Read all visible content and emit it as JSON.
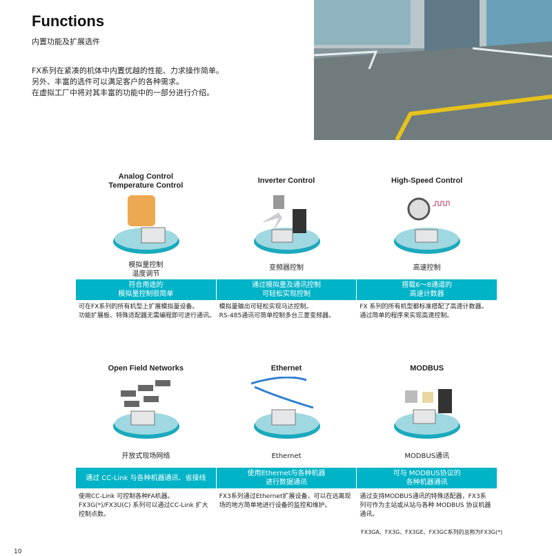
{
  "header": {
    "title": "Functions",
    "subtitle": "内置功能及扩展选件",
    "intro": [
      "FX系列在紧凑的机体中内置优越的性能、力求操作简单。",
      "另外、丰富的选件可以满足客户的各种需求。",
      "在虚拟工厂中将对其丰富的功能中的一部分进行介绍。"
    ]
  },
  "functions": [
    {
      "title": [
        "Analog Control",
        "Temperature Control"
      ],
      "label": [
        "模拟量控制",
        "温度调节"
      ],
      "band": [
        "符合用途的",
        "模拟量控制很简单"
      ],
      "desc": [
        "可在FX系列的所有机型上扩展模拟量设备。",
        "功能扩展板、特殊适配器无需编程即可进行通讯。"
      ],
      "icon": "analog-control-illustration"
    },
    {
      "title": [
        "Inverter Control"
      ],
      "label": [
        "变频器控制"
      ],
      "band": [
        "通过模拟量及通讯控制",
        "可轻松实现控制"
      ],
      "desc": [
        "模拟量输出可轻松实现马达控制。",
        "RS-485通讯可简单控制多台三菱变频器。"
      ],
      "icon": "inverter-fan-illustration"
    },
    {
      "title": [
        "High-Speed Control"
      ],
      "label": [
        "高速控制"
      ],
      "band": [
        "搭载6～8通道的",
        "高速计数器"
      ],
      "desc": [
        "FX 系列的所有机型都标准搭配了高速计数器。",
        "通过简单的程序来实现高速控制。"
      ],
      "icon": "encoder-illustration"
    },
    {
      "title": [
        "Open Field Networks"
      ],
      "label": [
        "开放式现场网络"
      ],
      "band": [
        "通过 CC-Link 与各种机器通讯、省接线"
      ],
      "desc": [
        "使用CC-Link 可控制各种FA机器。",
        "FX3G(*)/FX3U(C) 系列可以通过CC-Link 扩大",
        "控制点数。"
      ],
      "icon": "network-modules-illustration"
    },
    {
      "title": [
        "Ethernet"
      ],
      "label": [
        "Ethernet"
      ],
      "band": [
        "使用Ethernet与各种机器",
        "进行数据通讯"
      ],
      "desc": [
        "FX3系列通过Ethernet扩展设备，可以在远离现",
        "场的地方简单地进行设备的监控和维护。"
      ],
      "icon": "ethernet-cable-illustration"
    },
    {
      "title": [
        "MODBUS"
      ],
      "label": [
        "MODBUS通讯"
      ],
      "band": [
        "可与 MODBUS协议的",
        "各种机器通讯"
      ],
      "desc": [
        "通过支持MODBUS通讯的特殊适配器，FX3系",
        "列可作为主站或从站与各种 MODBUS 协议机器",
        "通讯。"
      ],
      "icon": "modbus-devices-illustration"
    }
  ],
  "footnote": "FX3GA、FX3G、FX3GE、FX3GC系列的总称为FX3G(*)",
  "page_number": "10",
  "colors": {
    "accent": "#00b3c7"
  }
}
